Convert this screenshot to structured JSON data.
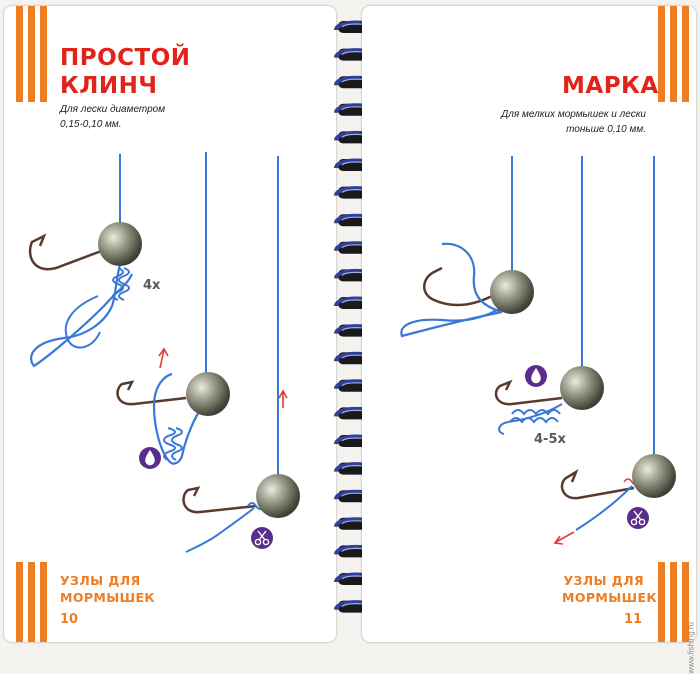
{
  "left_page": {
    "title_line1": "ПРОСТОЙ",
    "title_line2": "КЛИНЧ",
    "subtitle_line1": "Для лески диаметром",
    "subtitle_line2": "0,15-0,10 мм.",
    "wrap_label": "4x",
    "footer_line1": "УЗЛЫ ДЛЯ",
    "footer_line2": "МОРМЫШЕК",
    "page_number": "10"
  },
  "right_page": {
    "title": "МАРКА",
    "subtitle_line1": "Для мелких мормышек и лески",
    "subtitle_line2": "тоньше 0,10 мм.",
    "wrap_label": "4-5x",
    "footer_line1": "УЗЛЫ ДЛЯ",
    "footer_line2": "МОРМЫШЕК",
    "page_number": "11"
  },
  "watermark": "www.fishing.ru",
  "colors": {
    "accent_orange": "#ef7d22",
    "title_red": "#e2231a",
    "line_blue": "#3a78d8",
    "icon_purple": "#5a2d8c",
    "arrow_red": "#e23a3a"
  },
  "icons": [
    "water-drop-icon",
    "scissors-icon"
  ]
}
